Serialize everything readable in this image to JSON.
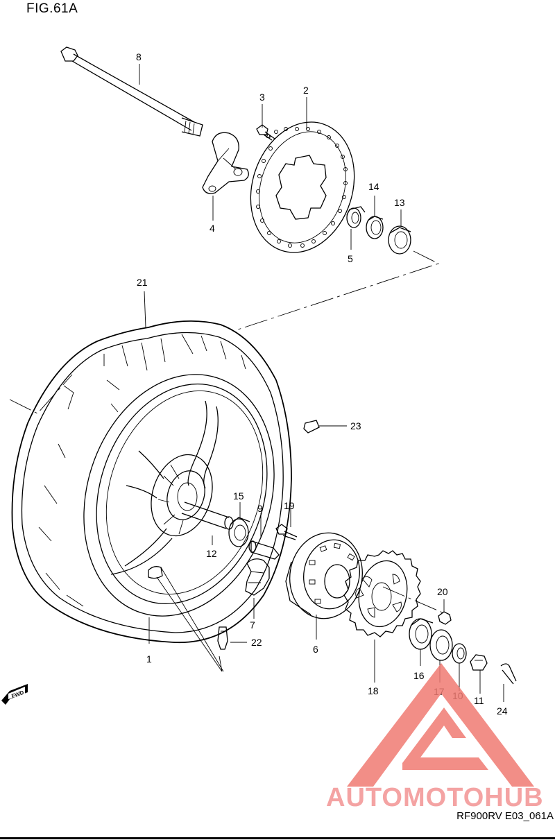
{
  "figure_title": "FIG.61A",
  "footer_code": "RF900RV E03_061A",
  "fwd_label": "FWD",
  "watermark": {
    "text": "AUTOMOTOHUB",
    "color_main": "#f07a72",
    "color_text_a": "#f7b878",
    "color_text_b": "#f4a3a3"
  },
  "callouts": [
    {
      "id": "c1",
      "label": "1"
    },
    {
      "id": "c2",
      "label": "2"
    },
    {
      "id": "c3",
      "label": "3"
    },
    {
      "id": "c4",
      "label": "4"
    },
    {
      "id": "c5",
      "label": "5"
    },
    {
      "id": "c6",
      "label": "6"
    },
    {
      "id": "c7",
      "label": "7"
    },
    {
      "id": "c8",
      "label": "8"
    },
    {
      "id": "c9",
      "label": "9"
    },
    {
      "id": "c10",
      "label": "10"
    },
    {
      "id": "c11",
      "label": "11"
    },
    {
      "id": "c12",
      "label": "12"
    },
    {
      "id": "c13",
      "label": "13"
    },
    {
      "id": "c14",
      "label": "14"
    },
    {
      "id": "c15",
      "label": "15"
    },
    {
      "id": "c16",
      "label": "16"
    },
    {
      "id": "c17",
      "label": "17"
    },
    {
      "id": "c18",
      "label": "18"
    },
    {
      "id": "c19",
      "label": "19"
    },
    {
      "id": "c20",
      "label": "20"
    },
    {
      "id": "c21",
      "label": "21"
    },
    {
      "id": "c22",
      "label": "22"
    },
    {
      "id": "c23",
      "label": "23"
    },
    {
      "id": "c24",
      "label": "24"
    }
  ]
}
